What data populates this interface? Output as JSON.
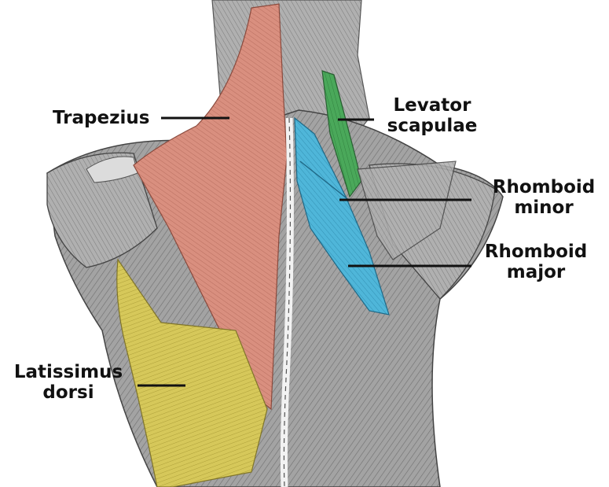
{
  "labels": {
    "trapezius": "Trapezius",
    "levator_scapulae": {
      "line1": "Levator",
      "line2": "scapulae"
    },
    "rhomboid_minor": {
      "line1": "Rhomboid",
      "line2": "minor"
    },
    "rhomboid_major": {
      "line1": "Rhomboid",
      "line2": "major"
    },
    "latissimus_dorsi": {
      "line1": "Latissimus",
      "line2": "dorsi"
    }
  },
  "colors": {
    "trapezius": "#d98f7f",
    "levator_scapulae": "#4aa85a",
    "rhomboids": "#4fb6d9",
    "latissimus_dorsi": "#d6c85a",
    "muscle_base": "#9a9a9a",
    "leader_line": "#111111"
  }
}
